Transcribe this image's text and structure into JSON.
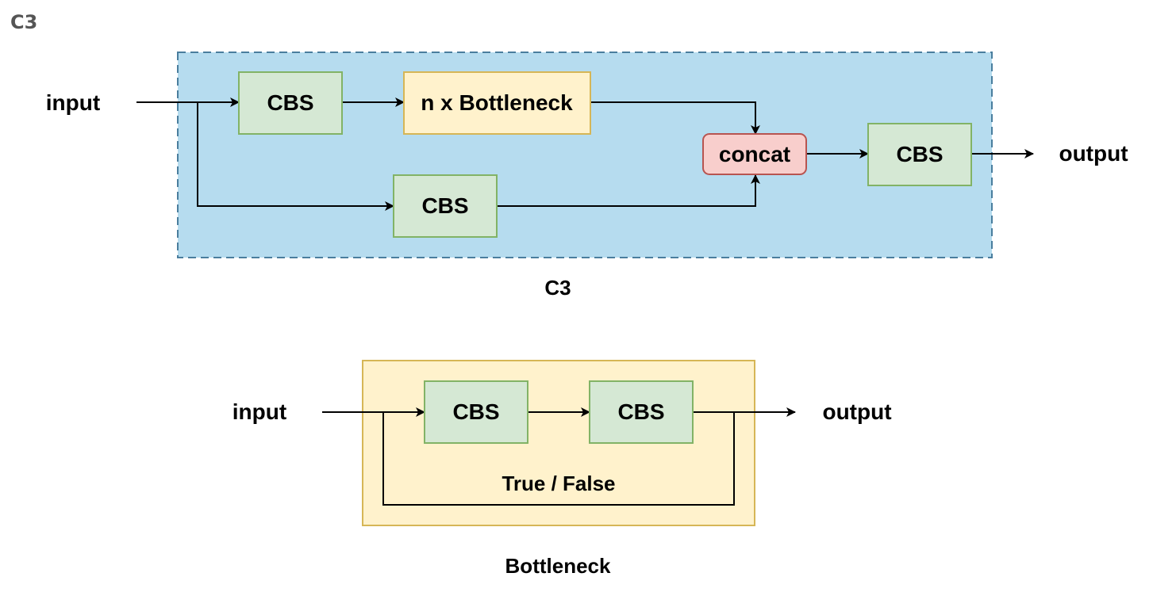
{
  "page": {
    "heading": "C3"
  },
  "colors": {
    "c3_bg": "#b6dcef",
    "c3_border": "#4a7e9e",
    "cbs_fill": "#d5e8d4",
    "cbs_stroke": "#82b366",
    "bottleneck_fill": "#fff2cc",
    "bottleneck_stroke": "#d6b656",
    "concat_fill": "#f8cecc",
    "concat_stroke": "#b85450"
  },
  "c3": {
    "input_label": "input",
    "output_label": "output",
    "cbs_top": "CBS",
    "bottleneck_block": "n x Bottleneck",
    "cbs_bottom": "CBS",
    "concat": "concat",
    "cbs_out": "CBS",
    "caption": "C3"
  },
  "bottleneck": {
    "input_label": "input",
    "output_label": "output",
    "cbs_1": "CBS",
    "cbs_2": "CBS",
    "shortcut_label": "True / False",
    "caption": "Bottleneck"
  }
}
